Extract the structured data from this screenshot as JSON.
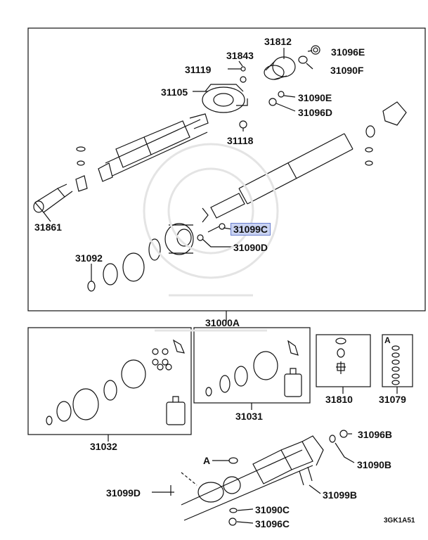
{
  "labels": {
    "p31812": "31812",
    "p31843": "31843",
    "p31096E": "31096E",
    "p31119": "31119",
    "p31090F": "31090F",
    "p31105": "31105",
    "p31090E": "31090E",
    "p31096D": "31096D",
    "p31118": "31118",
    "p31861": "31861",
    "p31099C": "31099C",
    "p31090D": "31090D",
    "p31092": "31092",
    "p31000A": "31000A",
    "p31810": "31810",
    "p31079": "31079",
    "p31031": "31031",
    "p31032": "31032",
    "p31096B": "31096B",
    "p31090B": "31090B",
    "pA1": "A",
    "pA2": "A",
    "p31099D": "31099D",
    "p31099B": "31099B",
    "p31090C": "31090C",
    "p31096C": "31096C"
  },
  "diagram_code": "3GK1A51",
  "colors": {
    "line": "#111111",
    "highlight": "#c9d3f2",
    "highlight_border": "#6a7fd0"
  }
}
